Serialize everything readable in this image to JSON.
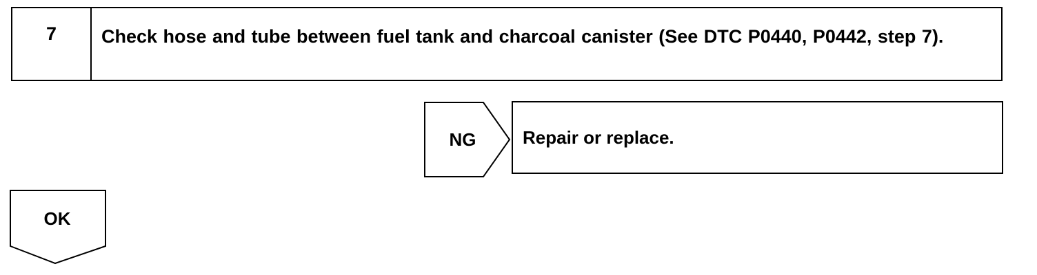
{
  "step": {
    "number": "7",
    "text": "Check hose and tube between fuel tank and charcoal canister (See DTC P0440, P0442, step 7)."
  },
  "ng_branch": {
    "label": "NG",
    "action": "Repair or replace."
  },
  "ok_branch": {
    "label": "OK"
  }
}
